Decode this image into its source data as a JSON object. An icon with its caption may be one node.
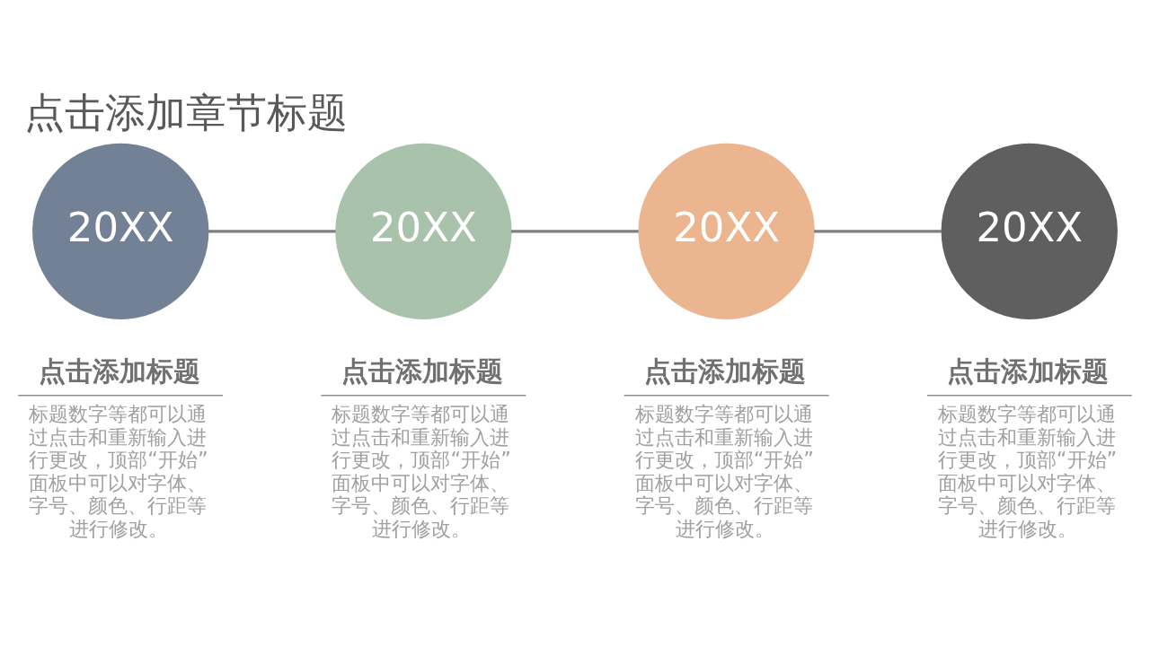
{
  "diagram": {
    "title": "点击添加章节标题",
    "nodes": [
      {
        "text": [
          "20XX"
        ],
        "beside": [
          "点击添加标题",
          "标题数字等都可以通过点击和重新输入进行更改，顶部“开始”面板中可以对字体、字号、颜色、行距等进行修改。"
        ]
      },
      {
        "text": [
          "20XX"
        ],
        "beside": [
          "点击添加标题",
          "标题数字等都可以通过点击和重新输入进行更改，顶部“开始”面板中可以对字体、字号、颜色、行距等进行修改。"
        ]
      },
      {
        "text": [
          "20XX"
        ],
        "beside": [
          "点击添加标题",
          "标题数字等都可以通过点击和重新输入进行更改，顶部“开始”面板中可以对字体、字号、颜色、行距等进行修改。"
        ]
      },
      {
        "text": [
          "20XX"
        ],
        "beside": [
          "点击添加标题",
          "标题数字等都可以通过点击和重新输入进行更改，顶部“开始”面板中可以对字体、字号、颜色、行距等进行修改。"
        ]
      }
    ],
    "edges": [
      {
        "from": 0,
        "to": 1,
        "arrow": "none"
      },
      {
        "from": 1,
        "to": 2,
        "arrow": "none"
      },
      {
        "from": 2,
        "to": 3,
        "arrow": "none"
      }
    ]
  }
}
